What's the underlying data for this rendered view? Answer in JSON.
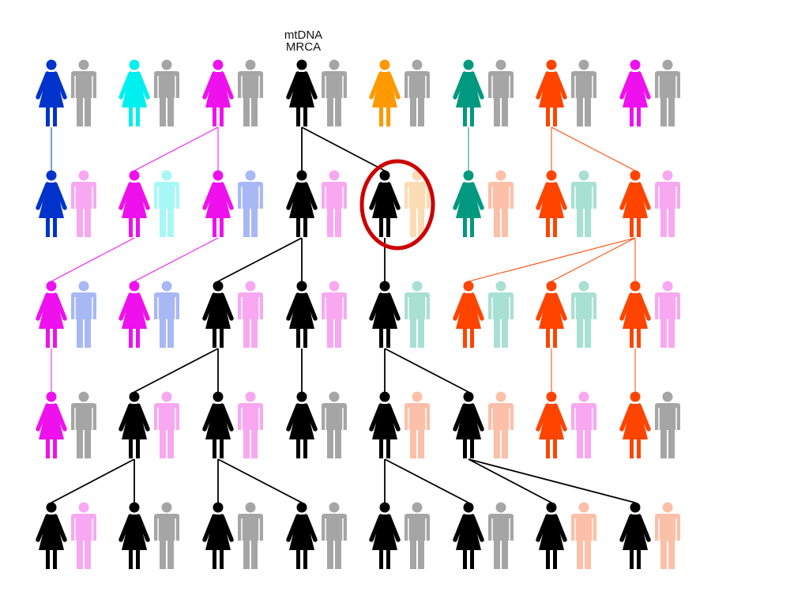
{
  "label": {
    "line1": "mtDNA",
    "line2": "MRCA"
  },
  "colors": {
    "black": "#000000",
    "blue": "#0033cc",
    "cyan": "#00f0f0",
    "magenta": "#ee11ee",
    "orange": "#ff9900",
    "teal": "#009980",
    "red_orange": "#ff4400",
    "gray": "#a5a5a5",
    "light_pink": "#f7a8f0",
    "light_cyan": "#a8f7f7",
    "periwinkle": "#a8b8f5",
    "peach": "#fcbfa7",
    "light_peach": "#fcdcb4",
    "mint": "#a8e0d3",
    "highlight": "#cc0000"
  },
  "generations": [
    [
      {
        "female": "blue",
        "male": "gray"
      },
      {
        "female": "cyan",
        "male": "gray"
      },
      {
        "female": "magenta",
        "male": "gray"
      },
      {
        "female": "black",
        "male": "gray"
      },
      {
        "female": "orange",
        "male": "gray"
      },
      {
        "female": "teal",
        "male": "gray"
      },
      {
        "female": "red_orange",
        "male": "gray"
      },
      {
        "female": "magenta",
        "male": "gray"
      }
    ],
    [
      {
        "female": "blue",
        "male": "light_pink"
      },
      {
        "female": "magenta",
        "male": "light_cyan"
      },
      {
        "female": "magenta",
        "male": "periwinkle"
      },
      {
        "female": "black",
        "male": "light_pink"
      },
      {
        "female": "black",
        "male": "light_peach"
      },
      {
        "female": "teal",
        "male": "peach"
      },
      {
        "female": "red_orange",
        "male": "mint"
      },
      {
        "female": "red_orange",
        "male": "light_pink"
      }
    ],
    [
      {
        "female": "magenta",
        "male": "periwinkle"
      },
      {
        "female": "magenta",
        "male": "periwinkle"
      },
      {
        "female": "black",
        "male": "light_pink"
      },
      {
        "female": "black",
        "male": "light_pink"
      },
      {
        "female": "black",
        "male": "mint"
      },
      {
        "female": "red_orange",
        "male": "mint"
      },
      {
        "female": "red_orange",
        "male": "mint"
      },
      {
        "female": "red_orange",
        "male": "light_pink"
      }
    ],
    [
      {
        "female": "magenta",
        "male": "gray"
      },
      {
        "female": "black",
        "male": "light_pink"
      },
      {
        "female": "black",
        "male": "light_pink"
      },
      {
        "female": "black",
        "male": "gray"
      },
      {
        "female": "black",
        "male": "peach"
      },
      {
        "female": "black",
        "male": "peach"
      },
      {
        "female": "red_orange",
        "male": "light_pink"
      },
      {
        "female": "red_orange",
        "male": "gray"
      }
    ],
    [
      {
        "female": "black",
        "male": "light_pink"
      },
      {
        "female": "black",
        "male": "gray"
      },
      {
        "female": "black",
        "male": "gray"
      },
      {
        "female": "black",
        "male": "gray"
      },
      {
        "female": "black",
        "male": "gray"
      },
      {
        "female": "black",
        "male": "gray"
      },
      {
        "female": "black",
        "male": "peach"
      },
      {
        "female": "black",
        "male": "peach"
      }
    ]
  ],
  "links": [
    {
      "from": [
        0,
        0
      ],
      "to": [
        1,
        0
      ],
      "color": "blue"
    },
    {
      "from": [
        0,
        2
      ],
      "to": [
        1,
        1
      ],
      "color": "magenta"
    },
    {
      "from": [
        0,
        2
      ],
      "to": [
        1,
        2
      ],
      "color": "magenta"
    },
    {
      "from": [
        0,
        3
      ],
      "to": [
        1,
        3
      ],
      "color": "black"
    },
    {
      "from": [
        0,
        3
      ],
      "to": [
        1,
        4
      ],
      "color": "black"
    },
    {
      "from": [
        0,
        5
      ],
      "to": [
        1,
        5
      ],
      "color": "teal"
    },
    {
      "from": [
        0,
        6
      ],
      "to": [
        1,
        6
      ],
      "color": "red_orange"
    },
    {
      "from": [
        0,
        6
      ],
      "to": [
        1,
        7
      ],
      "color": "red_orange"
    },
    {
      "from": [
        1,
        1
      ],
      "to": [
        2,
        0
      ],
      "color": "magenta"
    },
    {
      "from": [
        1,
        2
      ],
      "to": [
        2,
        1
      ],
      "color": "magenta"
    },
    {
      "from": [
        1,
        3
      ],
      "to": [
        2,
        2
      ],
      "color": "black"
    },
    {
      "from": [
        1,
        3
      ],
      "to": [
        2,
        3
      ],
      "color": "black"
    },
    {
      "from": [
        1,
        4
      ],
      "to": [
        2,
        4
      ],
      "color": "black"
    },
    {
      "from": [
        1,
        7
      ],
      "to": [
        2,
        5
      ],
      "color": "red_orange"
    },
    {
      "from": [
        1,
        7
      ],
      "to": [
        2,
        6
      ],
      "color": "red_orange"
    },
    {
      "from": [
        1,
        7
      ],
      "to": [
        2,
        7
      ],
      "color": "red_orange"
    },
    {
      "from": [
        2,
        0
      ],
      "to": [
        3,
        0
      ],
      "color": "magenta"
    },
    {
      "from": [
        2,
        2
      ],
      "to": [
        3,
        1
      ],
      "color": "black"
    },
    {
      "from": [
        2,
        2
      ],
      "to": [
        3,
        2
      ],
      "color": "black"
    },
    {
      "from": [
        2,
        3
      ],
      "to": [
        3,
        3
      ],
      "color": "black"
    },
    {
      "from": [
        2,
        4
      ],
      "to": [
        3,
        4
      ],
      "color": "black"
    },
    {
      "from": [
        2,
        4
      ],
      "to": [
        3,
        5
      ],
      "color": "black"
    },
    {
      "from": [
        2,
        6
      ],
      "to": [
        3,
        6
      ],
      "color": "red_orange"
    },
    {
      "from": [
        2,
        7
      ],
      "to": [
        3,
        7
      ],
      "color": "red_orange"
    },
    {
      "from": [
        3,
        1
      ],
      "to": [
        4,
        0
      ],
      "color": "black"
    },
    {
      "from": [
        3,
        1
      ],
      "to": [
        4,
        1
      ],
      "color": "black"
    },
    {
      "from": [
        3,
        2
      ],
      "to": [
        4,
        2
      ],
      "color": "black"
    },
    {
      "from": [
        3,
        2
      ],
      "to": [
        4,
        3
      ],
      "color": "black"
    },
    {
      "from": [
        3,
        4
      ],
      "to": [
        4,
        4
      ],
      "color": "black"
    },
    {
      "from": [
        3,
        4
      ],
      "to": [
        4,
        5
      ],
      "color": "black"
    },
    {
      "from": [
        3,
        5
      ],
      "to": [
        4,
        6
      ],
      "color": "black"
    },
    {
      "from": [
        3,
        5
      ],
      "to": [
        4,
        7
      ],
      "color": "black"
    }
  ],
  "mrca": [
    0,
    3
  ],
  "highlighted": [
    1,
    4
  ]
}
